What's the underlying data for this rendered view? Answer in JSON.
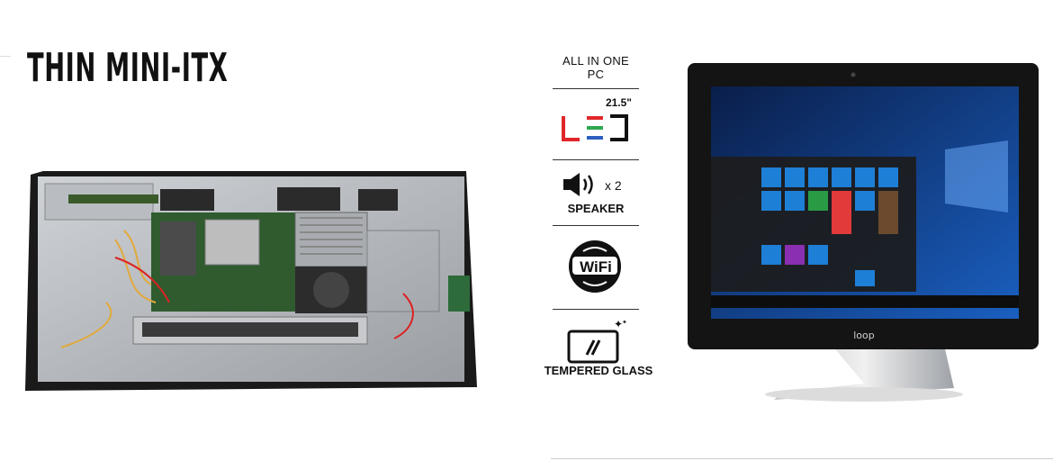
{
  "heading": "THIN MINI-ITX",
  "specs": {
    "header": "ALL IN ONE PC",
    "screen_size": "21.5\"",
    "speaker_multiplier": "x 2",
    "speaker_label": "SPEAKER",
    "wifi_label": "WiFi",
    "glass_label": "TEMPERED GLASS"
  },
  "monitor": {
    "brand": "loop"
  },
  "icons": {
    "led": "led-logo-icon",
    "speaker": "speaker-icon",
    "wifi": "wifi-icon",
    "glass": "tempered-glass-icon"
  },
  "colors": {
    "led_red": "#e0262b",
    "led_green": "#2fa84f",
    "led_blue": "#2c5fbf",
    "win_blue": "#0a4fa8",
    "bezel": "#141414"
  }
}
